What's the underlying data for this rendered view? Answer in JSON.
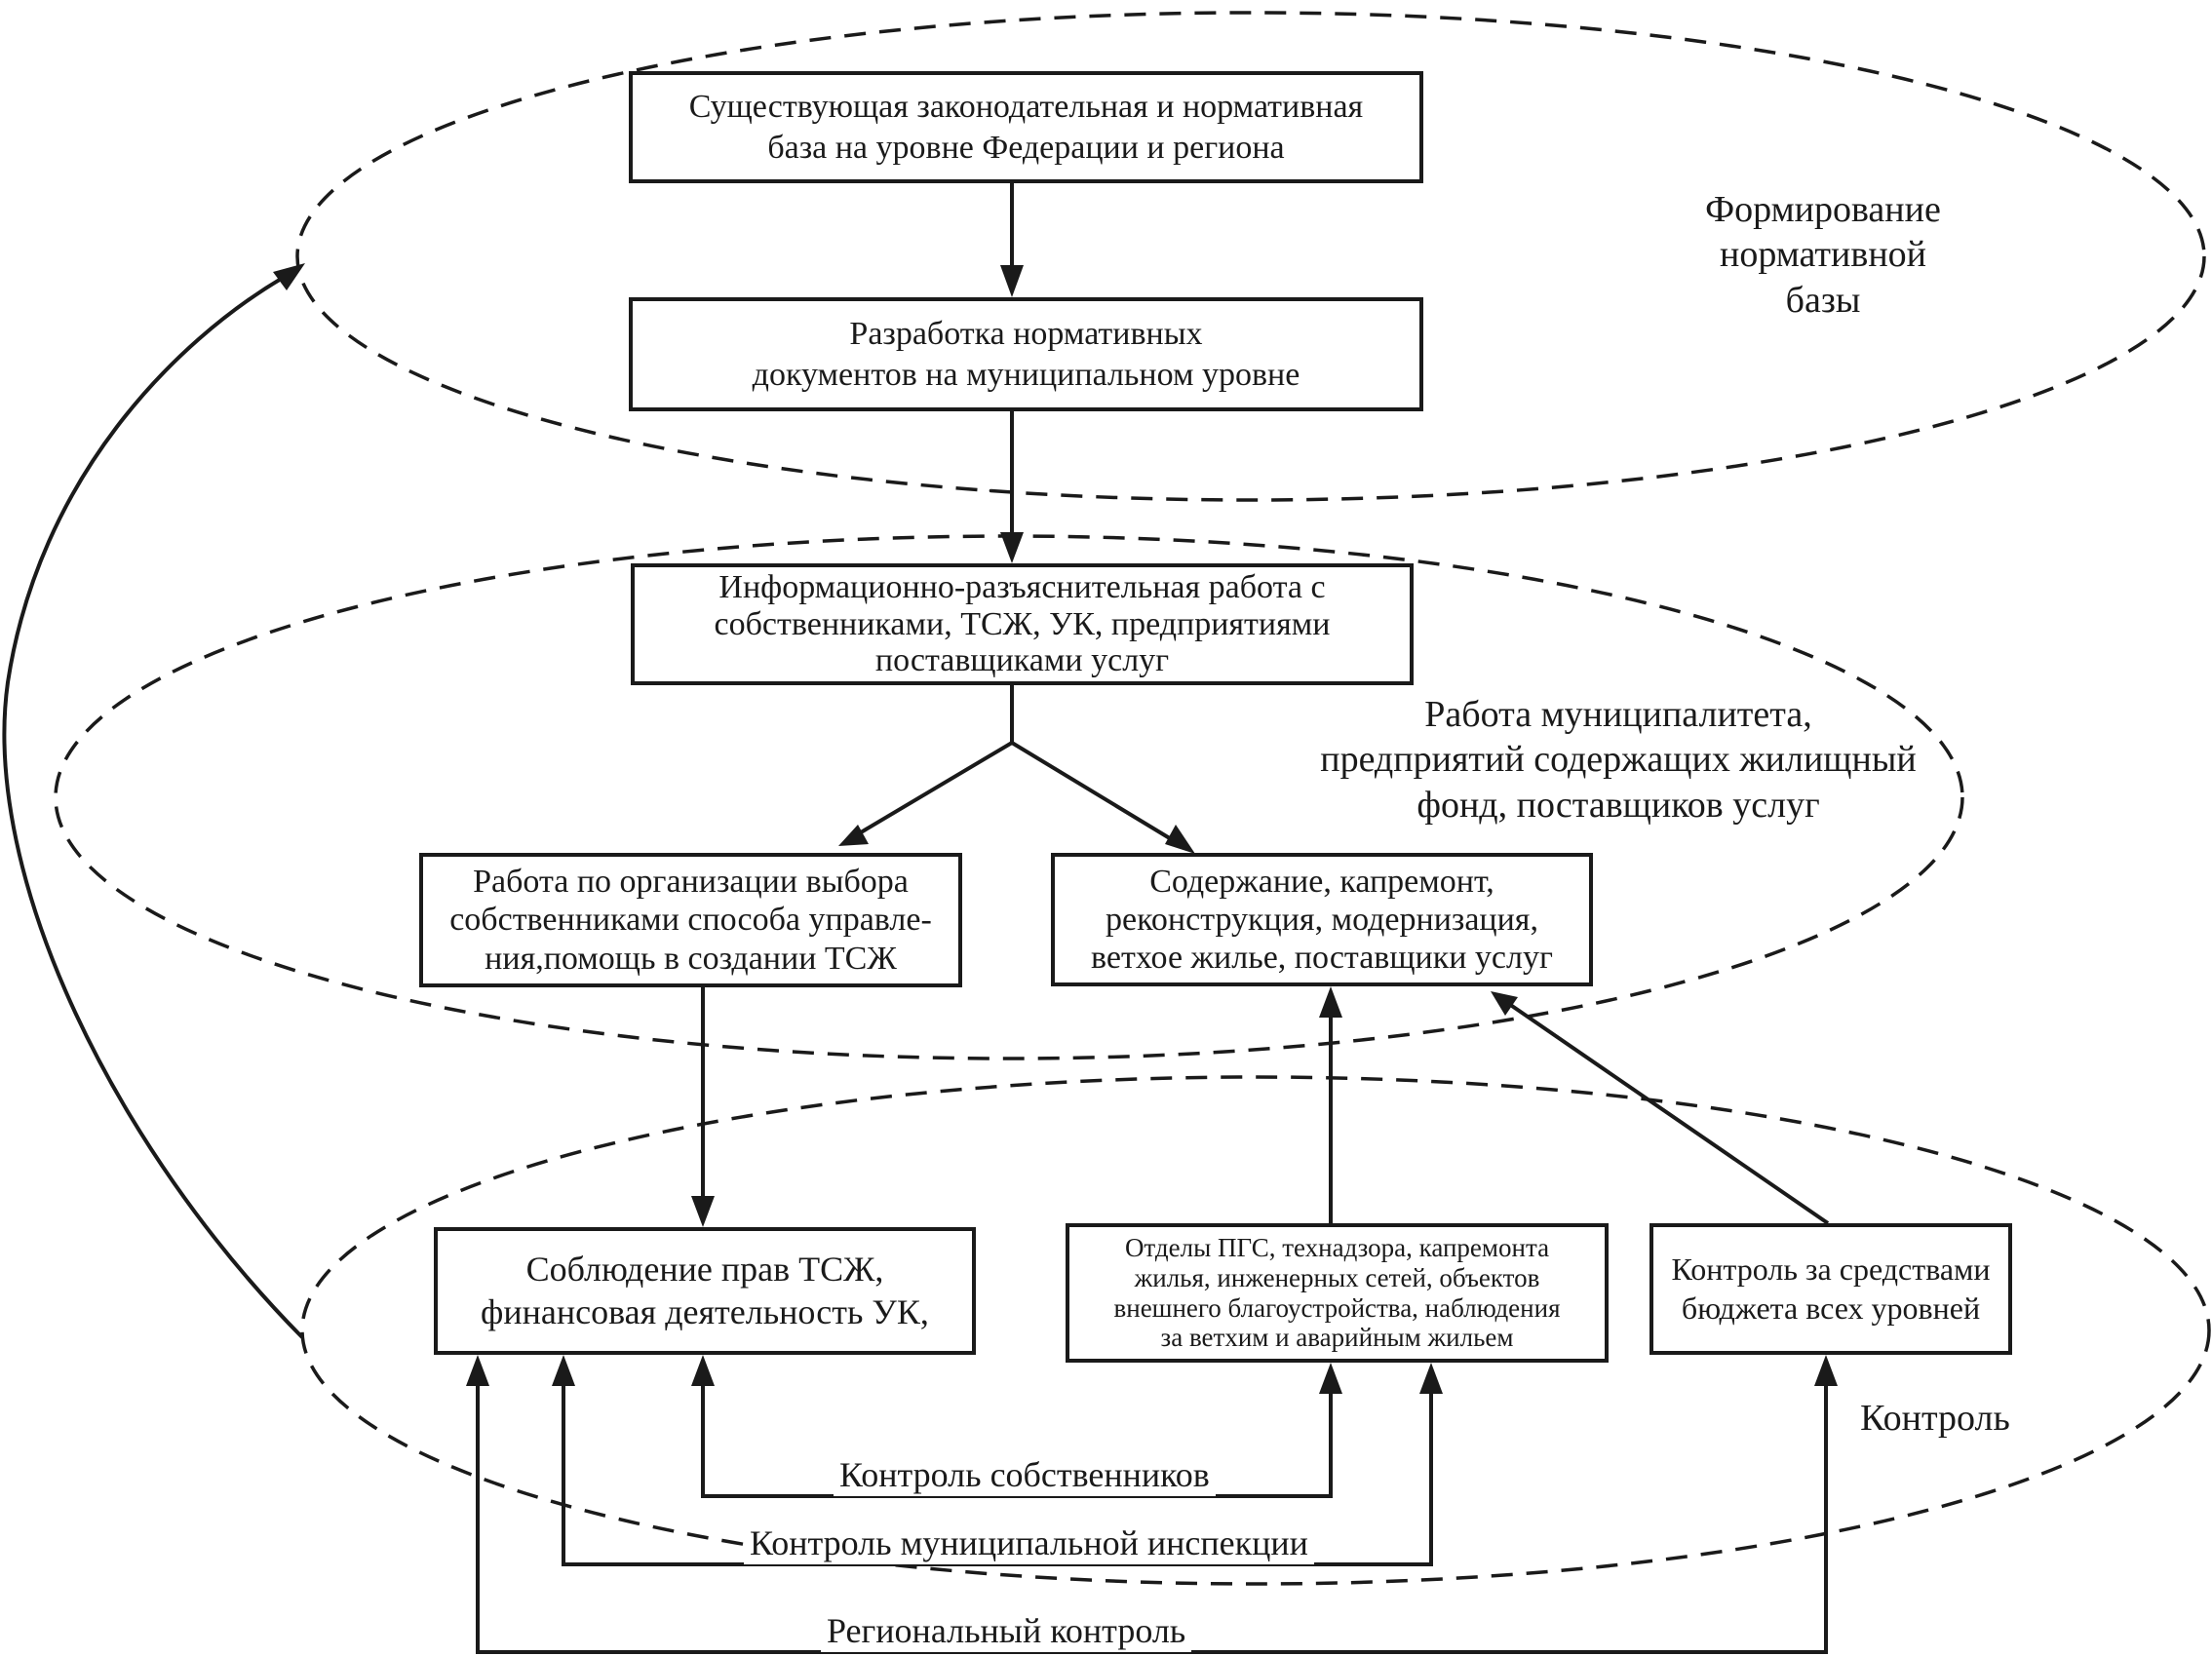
{
  "colors": {
    "stroke": "#1a1a1a",
    "background": "#ffffff"
  },
  "boxes": {
    "federal_base": {
      "lines": [
        "Существующая законодательная и нормативная",
        "база на уровне Федерации и региона"
      ]
    },
    "municipal_docs": {
      "lines": [
        "Разработка  нормативных",
        "документов на муниципальном уровне"
      ]
    },
    "info_work": {
      "lines": [
        "Информационно-разъяснительная работа с",
        "собственниками, ТСЖ, УК, предприятиями",
        "поставщиками услуг"
      ]
    },
    "management_choice": {
      "lines": [
        "Работа по организации выбора",
        "собственниками способа управле-",
        "ния,помощь в создании ТСЖ"
      ]
    },
    "maintenance": {
      "lines": [
        "Содержание, капремонт,",
        "реконструкция, модернизация,",
        "ветхое жилье, поставщики услуг"
      ]
    },
    "rights": {
      "lines": [
        "Соблюдение прав ТСЖ,",
        "финансовая деятельность УК,"
      ]
    },
    "departments": {
      "lines": [
        "Отделы ПГС, технадзора, капремонта",
        "жилья, инженерных сетей, объектов",
        "внешнего благоустройства, наблюдения",
        "за ветхим и аварийным жильем"
      ]
    },
    "budget": {
      "lines": [
        "Контроль за средствами",
        "бюджета всех уровней"
      ]
    }
  },
  "zones": {
    "normative": {
      "lines": [
        "Формирование",
        "нормативной",
        "базы"
      ]
    },
    "municipality": {
      "lines": [
        "Работа муниципалитета,",
        "предприятий содержащих жилищный",
        "фонд,  поставщиков услуг"
      ]
    },
    "control": {
      "label": "Контроль"
    }
  },
  "control_lines": {
    "owners": "Контроль собственников",
    "inspection": "Контроль муниципальной инспекции",
    "regional": "Региональный контроль"
  }
}
